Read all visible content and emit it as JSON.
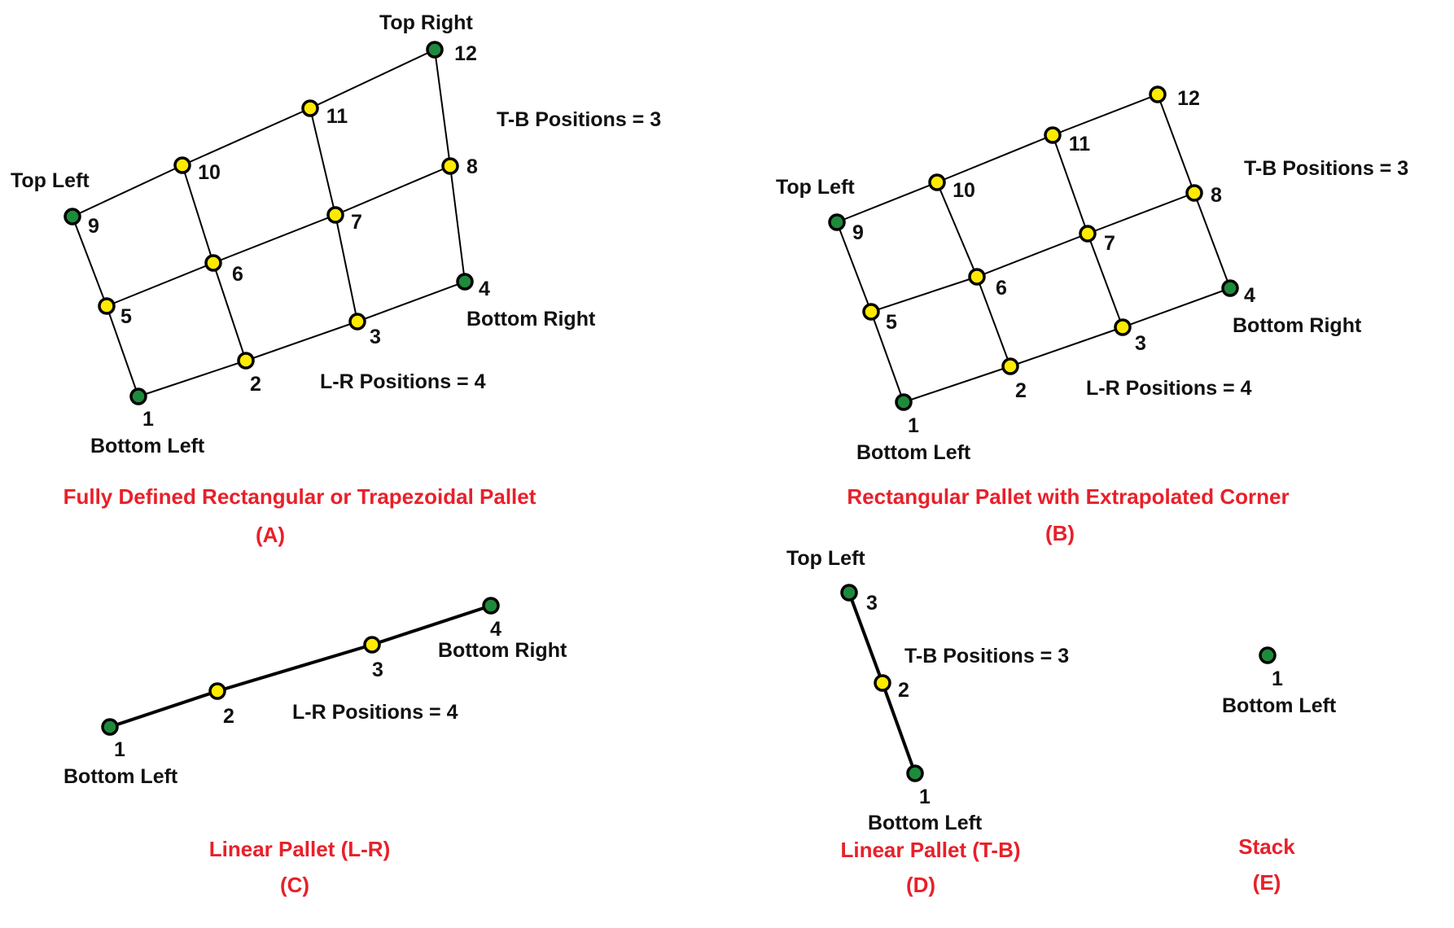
{
  "colors": {
    "corner": "#1e8a3c",
    "intermediate": "#ffea00",
    "caption": "#e8202a",
    "text": "#111111"
  },
  "diagrams": {
    "a": {
      "top_right": "Top Right",
      "top_left": "Top Left",
      "bottom_right": "Bottom Right",
      "bottom_left": "Bottom Left",
      "tb_positions": "T-B Positions = 3",
      "lr_positions": "L-R Positions = 4",
      "caption": "Fully Defined Rectangular or Trapezoidal Pallet",
      "letter": "(A)",
      "nums": [
        "1",
        "2",
        "3",
        "4",
        "5",
        "6",
        "7",
        "8",
        "9",
        "10",
        "11",
        "12"
      ]
    },
    "b": {
      "top_left": "Top Left",
      "bottom_right": "Bottom Right",
      "bottom_left": "Bottom Left",
      "tb_positions": "T-B Positions = 3",
      "lr_positions": "L-R Positions = 4",
      "caption": "Rectangular Pallet with Extrapolated Corner",
      "letter": "(B)",
      "nums": [
        "1",
        "2",
        "3",
        "4",
        "5",
        "6",
        "7",
        "8",
        "9",
        "10",
        "11",
        "12"
      ]
    },
    "c": {
      "bottom_right": "Bottom Right",
      "bottom_left": "Bottom Left",
      "lr_positions": "L-R Positions = 4",
      "caption": "Linear Pallet (L-R)",
      "letter": "(C)",
      "nums": [
        "1",
        "2",
        "3",
        "4"
      ]
    },
    "d": {
      "top_left": "Top Left",
      "bottom_left": "Bottom Left",
      "tb_positions": "T-B Positions = 3",
      "caption": "Linear Pallet (T-B)",
      "letter": "(D)",
      "nums": [
        "1",
        "2",
        "3"
      ]
    },
    "e": {
      "bottom_left": "Bottom Left",
      "caption": "Stack",
      "letter": "(E)",
      "nums": [
        "1"
      ]
    }
  }
}
